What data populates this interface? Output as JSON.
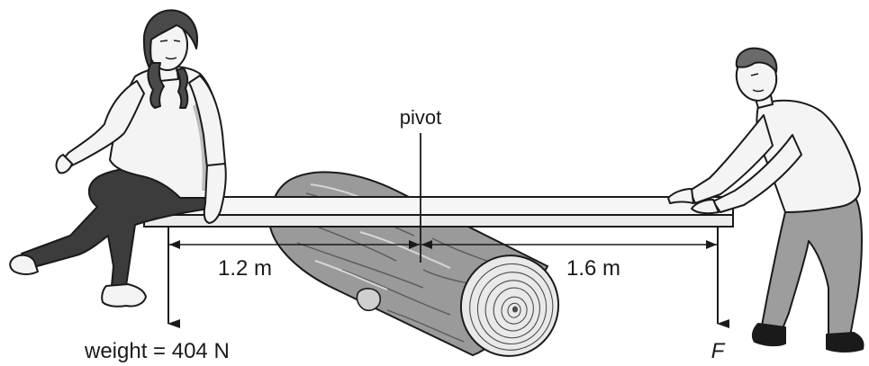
{
  "labels": {
    "pivot": "pivot",
    "left_distance": "1.2 m",
    "right_distance": "1.6 m",
    "weight": "weight = 404 N",
    "force": "F"
  },
  "colors": {
    "outline": "#1a1a1a",
    "plank": "#f6f6f6",
    "log_bark": "#9a9a9a",
    "log_end": "#e9e9e9",
    "skin": "#f4f4f4",
    "girl_trousers": "#3c3c3c",
    "boy_trousers": "#9d9d9d",
    "hair_girl": "#4a4a4a",
    "hair_boy": "#6a6a6a"
  }
}
